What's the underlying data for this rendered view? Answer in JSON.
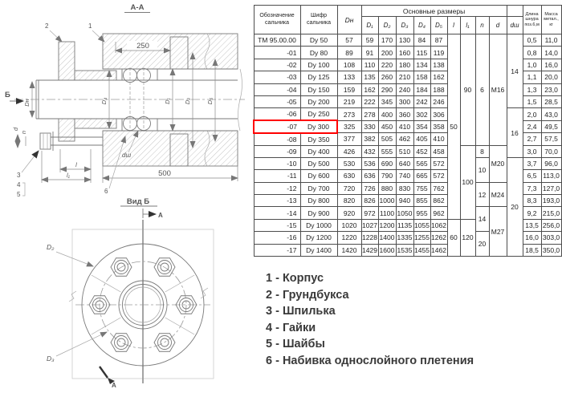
{
  "drawing": {
    "section_title": "А-А",
    "view_title": "Вид Б",
    "label_a": "А",
    "label_b": "Б",
    "dim_250": "250",
    "dim_500": "500",
    "dim_l": "l",
    "dim_l1": "l₁",
    "label_d": "d",
    "label_n": "n",
    "label_dn": "Dн",
    "label_d4": "D₄",
    "label_d1": "D₁",
    "label_d2": "D₂",
    "label_d5": "D₅",
    "label_dsh": "dш",
    "flange_d2": "D₂",
    "flange_d3": "D₃",
    "callout_1": "1",
    "callout_2": "2",
    "callout_3": "3",
    "callout_4": "4",
    "callout_5": "5",
    "callout_6": "6"
  },
  "table": {
    "header": {
      "col_designation": "Обозначение сальника",
      "col_code": "Шифр сальника",
      "col_dn": "Dн",
      "group_main": "Основные размеры",
      "sub": [
        "D₁",
        "D₂",
        "D₃",
        "D₄",
        "D₅",
        "l",
        "l₁",
        "n",
        "d",
        "dш"
      ],
      "col_cord": "Длина шнура поз.6,м",
      "col_mass": "Масса метал., кг"
    },
    "highlight": {
      "row": 7,
      "color": "#ff0000"
    },
    "rows": [
      [
        "ТМ 95.00.00",
        "Dy 50",
        "57",
        "59",
        "170",
        "130",
        "84",
        "87",
        "0,5",
        "11,0"
      ],
      [
        "-01",
        "Dy 80",
        "89",
        "91",
        "200",
        "160",
        "115",
        "119",
        "0,8",
        "14,0"
      ],
      [
        "-02",
        "Dy 100",
        "108",
        "110",
        "220",
        "180",
        "134",
        "138",
        "1,0",
        "16,0"
      ],
      [
        "-03",
        "Dy 125",
        "133",
        "135",
        "260",
        "210",
        "158",
        "162",
        "1,1",
        "20,0"
      ],
      [
        "-04",
        "Dy 150",
        "159",
        "162",
        "290",
        "240",
        "184",
        "188",
        "1,3",
        "23,0"
      ],
      [
        "-05",
        "Dy 200",
        "219",
        "222",
        "345",
        "300",
        "242",
        "246",
        "1,5",
        "28,5"
      ],
      [
        "-06",
        "Dy 250",
        "273",
        "278",
        "400",
        "360",
        "302",
        "306",
        "2,0",
        "43,0"
      ],
      [
        "-07",
        "Dy 300",
        "325",
        "330",
        "450",
        "410",
        "354",
        "358",
        "2,4",
        "49,5"
      ],
      [
        "-08",
        "Dy 350",
        "377",
        "382",
        "505",
        "462",
        "405",
        "410",
        "2,7",
        "57,5"
      ],
      [
        "-09",
        "Dy 400",
        "426",
        "432",
        "555",
        "510",
        "452",
        "458",
        "3,0",
        "70,0"
      ],
      [
        "-10",
        "Dy 500",
        "530",
        "536",
        "690",
        "640",
        "565",
        "572",
        "3,7",
        "96,0"
      ],
      [
        "-11",
        "Dy 600",
        "630",
        "636",
        "790",
        "740",
        "665",
        "572",
        "6,5",
        "113,0"
      ],
      [
        "-12",
        "Dy 700",
        "720",
        "726",
        "880",
        "830",
        "755",
        "762",
        "7,3",
        "127,0"
      ],
      [
        "-13",
        "Dy 800",
        "820",
        "826",
        "1000",
        "940",
        "855",
        "862",
        "8,3",
        "193,0"
      ],
      [
        "-14",
        "Dy 900",
        "920",
        "972",
        "1100",
        "1050",
        "955",
        "962",
        "9,2",
        "215,0"
      ],
      [
        "-15",
        "Dy 1000",
        "1020",
        "1027",
        "1200",
        "1135",
        "1055",
        "1062",
        "13,5",
        "256,0"
      ],
      [
        "-16",
        "Dy 1200",
        "1220",
        "1228",
        "1400",
        "1335",
        "1255",
        "1262",
        "16,0",
        "303,0"
      ],
      [
        "-17",
        "Dy 1400",
        "1420",
        "1429",
        "1600",
        "1535",
        "1455",
        "1462",
        "18,5",
        "350,0"
      ]
    ],
    "merged": {
      "l": [
        {
          "row": 0,
          "span": 15,
          "v": "50"
        },
        {
          "row": 15,
          "span": 3,
          "v": "60"
        }
      ],
      "l1": [
        {
          "row": 0,
          "span": 9,
          "v": "90"
        },
        {
          "row": 9,
          "span": 6,
          "v": "100"
        },
        {
          "row": 15,
          "span": 3,
          "v": "120"
        }
      ],
      "n": [
        {
          "row": 0,
          "span": 9,
          "v": "6"
        },
        {
          "row": 9,
          "span": 1,
          "v": "8"
        },
        {
          "row": 10,
          "span": 2,
          "v": "10"
        },
        {
          "row": 12,
          "span": 2,
          "v": "12"
        },
        {
          "row": 14,
          "span": 2,
          "v": "14"
        },
        {
          "row": 16,
          "span": 2,
          "v": "20"
        }
      ],
      "d": [
        {
          "row": 0,
          "span": 9,
          "v": "M16"
        },
        {
          "row": 9,
          "span": 3,
          "v": "M20"
        },
        {
          "row": 12,
          "span": 2,
          "v": "M24"
        },
        {
          "row": 14,
          "span": 4,
          "v": "M27"
        }
      ],
      "dsh": [
        {
          "row": 0,
          "span": 6,
          "v": "14"
        },
        {
          "row": 6,
          "span": 4,
          "v": "16"
        },
        {
          "row": 10,
          "span": 8,
          "v": "20"
        }
      ]
    }
  },
  "legend": {
    "items": [
      "1 - Корпус",
      "2 - Грундбукса",
      "3 - Шпилька",
      "4 - Гайки",
      "5 - Шайбы",
      "6 - Набивка однослойного плетения"
    ]
  }
}
